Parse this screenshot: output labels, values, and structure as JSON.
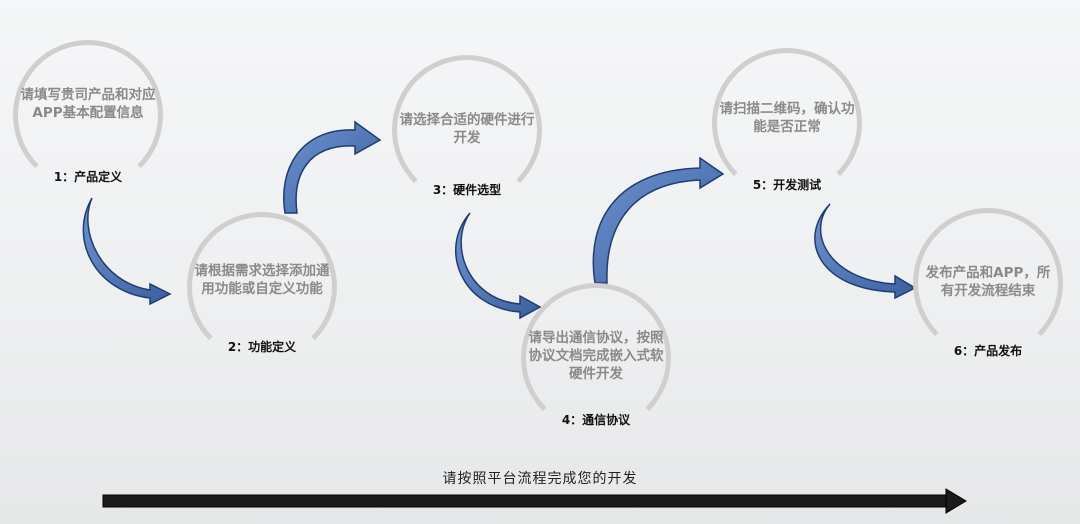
{
  "steps": [
    {
      "id": "s1",
      "desc": "请填写贵司产品和对应APP基本配置信息",
      "label": "1：产品定义"
    },
    {
      "id": "s2",
      "desc": "请根据需求选择添加通用功能或自定义功能",
      "label": "2：功能定义"
    },
    {
      "id": "s3",
      "desc": "请选择合适的硬件进行开发",
      "label": "3：硬件选型"
    },
    {
      "id": "s4",
      "desc": "请导出通信协议，按照协议文档完成嵌入式软硬件开发",
      "label": "4：通信协议"
    },
    {
      "id": "s5",
      "desc": "请扫描二维码，确认功能是否正常",
      "label": "5：开发测试"
    },
    {
      "id": "s6",
      "desc": "发布产品和APP，所有开发流程结束",
      "label": "6：产品发布"
    }
  ],
  "footer": {
    "caption": "请按照平台流程完成您的开发"
  },
  "colors": {
    "arrow_fill": "#4a70b0",
    "arrow_stroke": "#1f3d6e",
    "ring": "#cfcfcf",
    "desc_text": "#8a8a8a",
    "timeline": "#222222"
  }
}
